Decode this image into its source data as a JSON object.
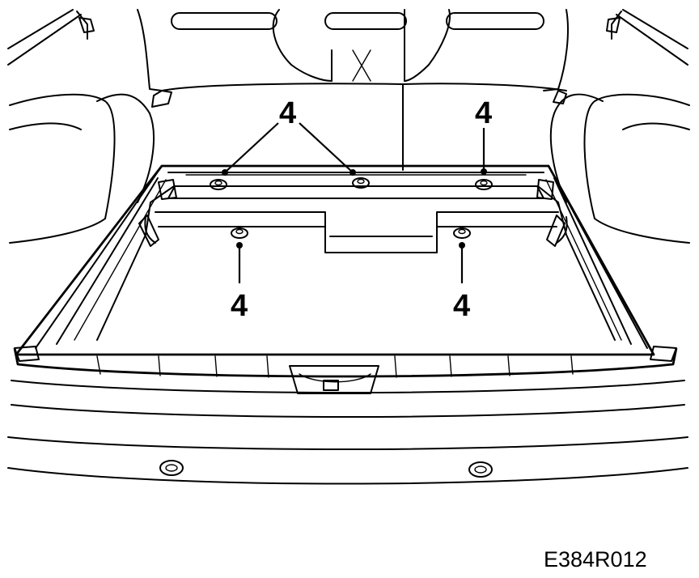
{
  "figure": {
    "code": "E384R012"
  },
  "callouts": [
    {
      "label": "4"
    },
    {
      "label": "4"
    },
    {
      "label": "4"
    },
    {
      "label": "4"
    }
  ]
}
